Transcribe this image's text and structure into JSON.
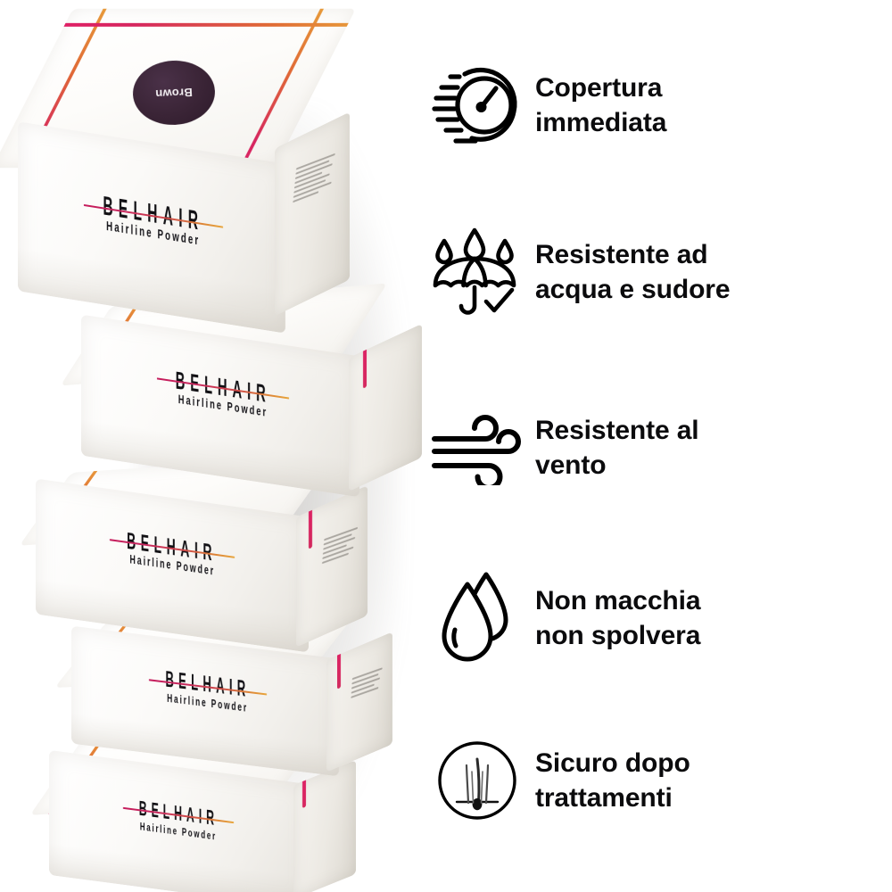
{
  "product": {
    "brand": "BELHAIR",
    "subtitle": "Hairline Powder",
    "shade_label": "Brown",
    "box_count": 5,
    "colors": {
      "stripe_start": "#e8a03a",
      "stripe_end": "#e01f66",
      "logo_rule_start": "#c51b5c",
      "logo_rule_end": "#e8a63c",
      "shade_badge": "#3a2436",
      "box_white": "#ffffff"
    },
    "boxes": [
      {
        "brand": "BELHAIR",
        "subtitle": "Hairline Powder"
      },
      {
        "brand": "BELHAIR",
        "subtitle": "Hairline Powder"
      },
      {
        "brand": "BELHAIR",
        "subtitle": "Hairline Powder"
      },
      {
        "brand": "BELHAIR",
        "subtitle": "Hairline Powder"
      },
      {
        "brand": "BELHAIR",
        "subtitle": "Hairline Powder"
      }
    ]
  },
  "features": [
    {
      "icon": "speedometer-icon",
      "line1": "Copertura",
      "line2": " immediata"
    },
    {
      "icon": "umbrella-rain-check-icon",
      "line1": "Resistente ad",
      "line2": "acqua e sudore"
    },
    {
      "icon": "wind-icon",
      "line1": "Resistente al",
      "line2": "vento"
    },
    {
      "icon": "water-drops-icon",
      "line1": "Non macchia",
      "line2": "non spolvera"
    },
    {
      "icon": "hair-follicle-icon",
      "line1": "Sicuro dopo",
      "line2": "trattamenti"
    }
  ],
  "theme": {
    "background": "#ffffff",
    "text_color": "#0b0b0d",
    "icon_color": "#000000"
  }
}
